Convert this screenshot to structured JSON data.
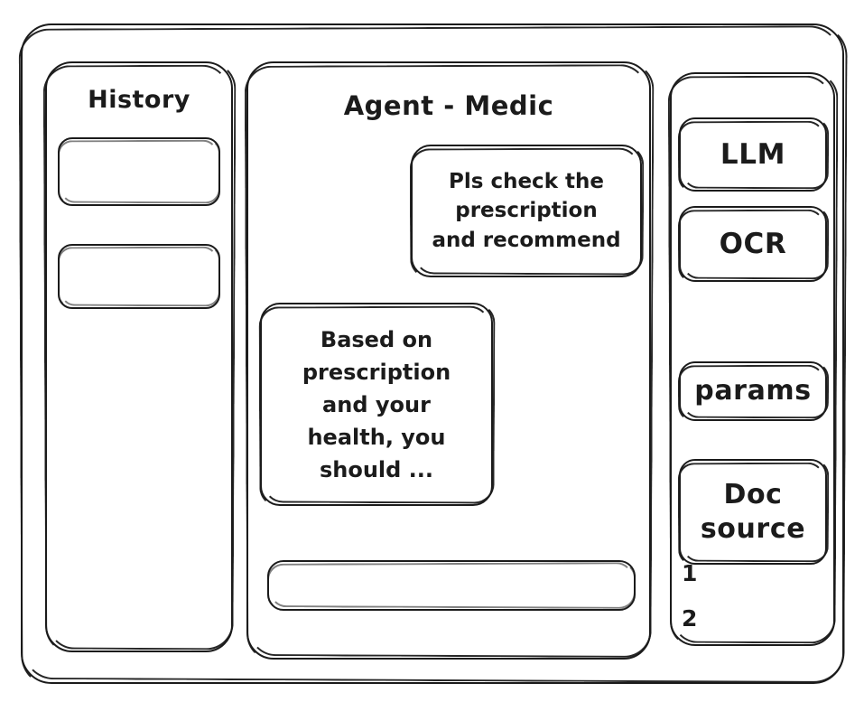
{
  "style": {
    "stroke_color": "#1b1b1b",
    "background_color": "#ffffff",
    "render_style": "hand-drawn-wireframe"
  },
  "sidebar_history": {
    "title": "History",
    "items": [
      {
        "label": ""
      },
      {
        "label": ""
      }
    ]
  },
  "main": {
    "title": "Agent - Medic",
    "messages": [
      {
        "role": "user",
        "align": "right",
        "text": "Pls check the\nprescription\nand recommend"
      },
      {
        "role": "assistant",
        "align": "left",
        "text": "Based on\nprescription\nand your\nhealth, you\nshould ..."
      }
    ],
    "composer": {
      "value": "",
      "placeholder": ""
    }
  },
  "tools_panel": {
    "buttons": [
      {
        "label": "LLM"
      },
      {
        "label": "OCR"
      },
      {
        "label": "params"
      },
      {
        "label": "Doc\nsource"
      }
    ],
    "doc_refs": [
      {
        "label": "1"
      },
      {
        "label": "2"
      }
    ]
  }
}
